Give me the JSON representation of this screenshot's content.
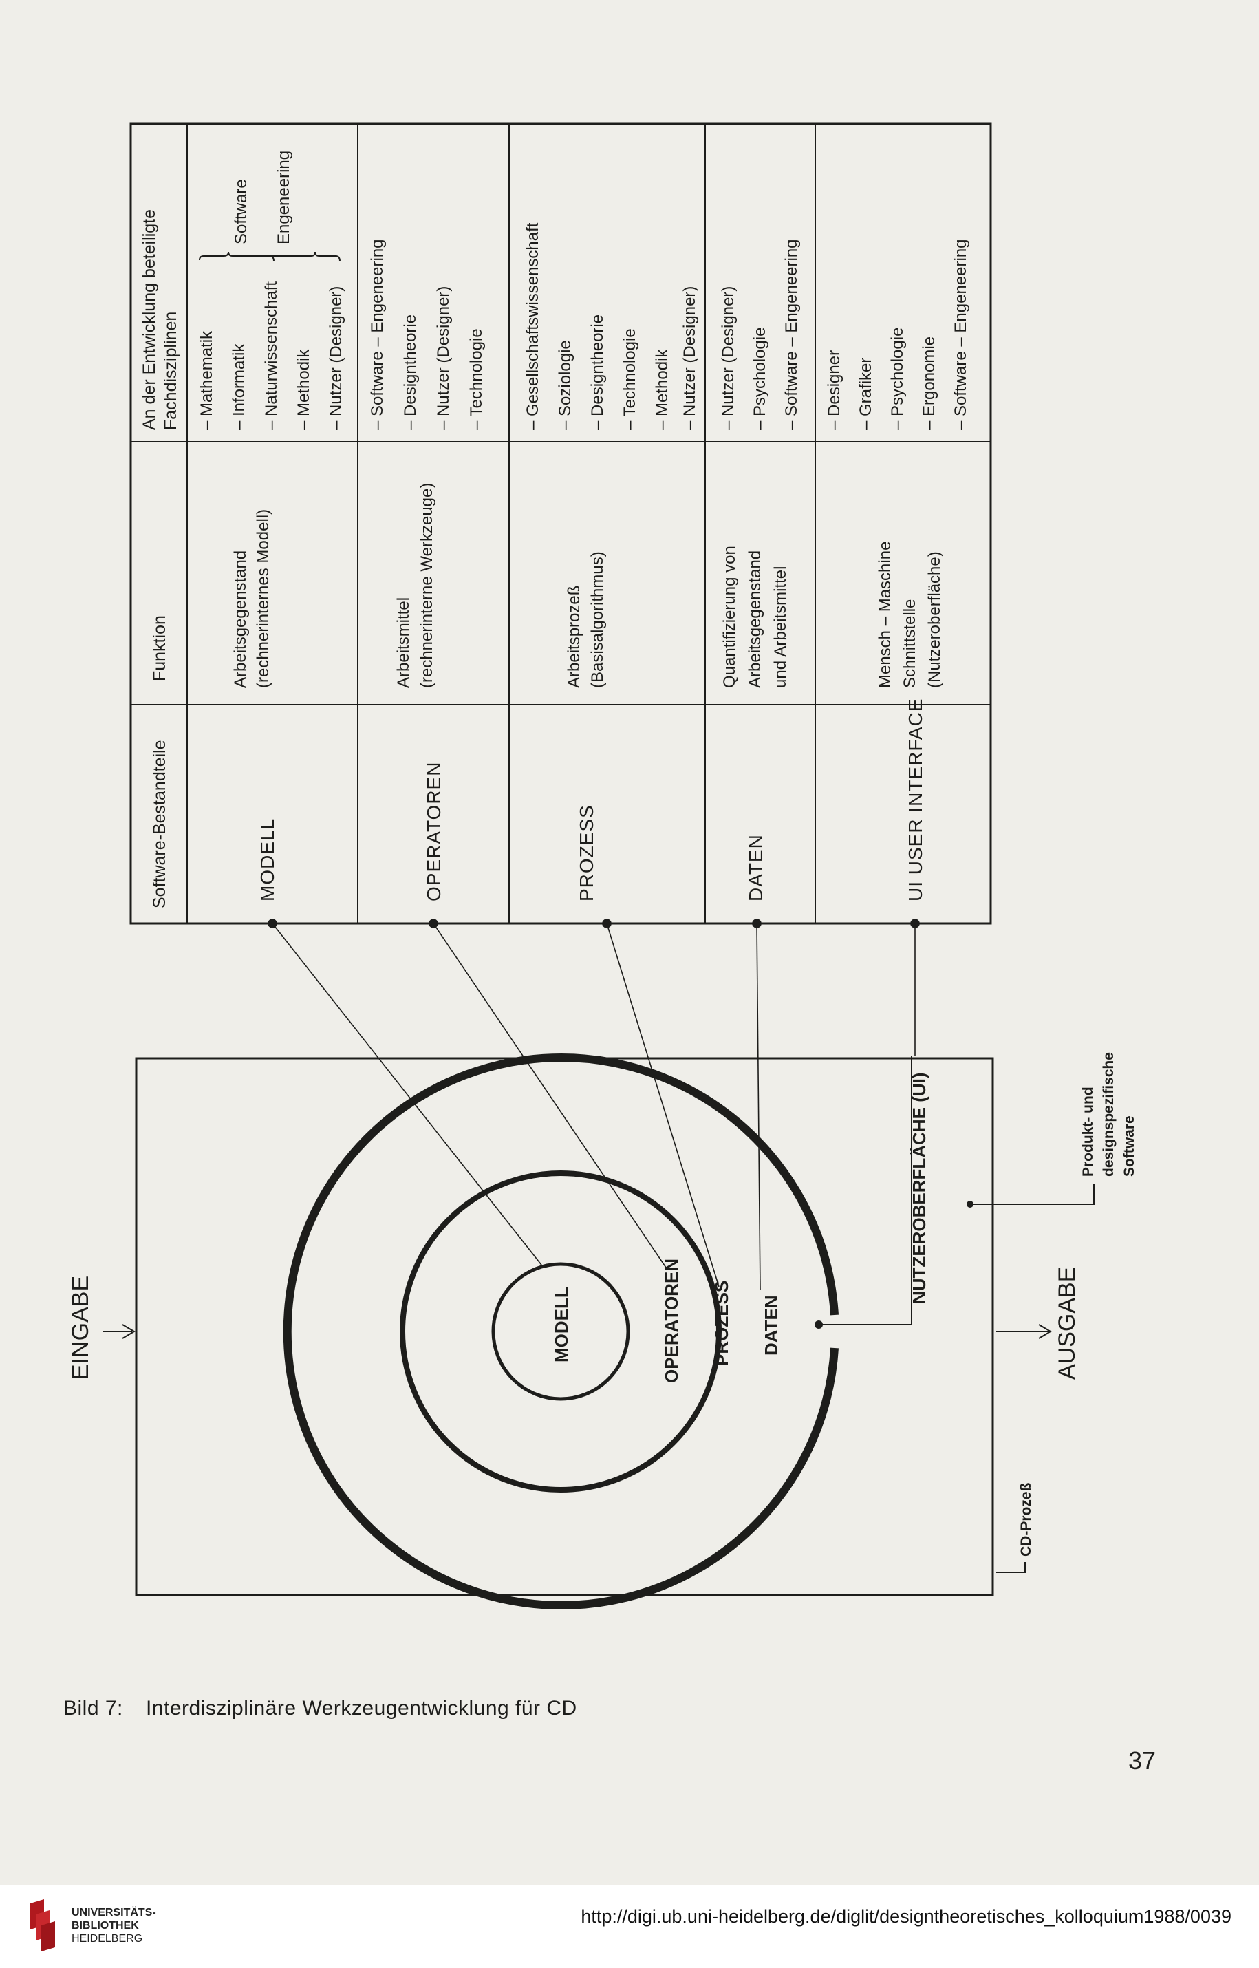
{
  "table": {
    "headers": {
      "components": "Software-Bestandteile",
      "function": "Funktion",
      "disciplines_1": "An der Entwicklung beteiligte",
      "disciplines_2": "Fachdisziplinen"
    },
    "rows": [
      {
        "component": "MODELL",
        "function": [
          "Arbeitsgegenstand",
          "(rechnerinternes Modell)"
        ],
        "disciplines": [
          "– Mathematik",
          "– Informatik",
          "– Naturwissenschaft",
          "– Methodik",
          "– Nutzer (Designer)"
        ],
        "brace_1": "Software",
        "brace_2": "Engeneering"
      },
      {
        "component": "OPERATOREN",
        "function": [
          "Arbeitsmittel",
          "(rechnerinterne Werkzeuge)"
        ],
        "disciplines": [
          "– Software – Engeneering",
          "– Designtheorie",
          "– Nutzer (Designer)",
          "– Technologie"
        ]
      },
      {
        "component": "PROZESS",
        "function": [
          "Arbeitsprozeß",
          "(Basisalgorithmus)"
        ],
        "disciplines": [
          "– Gesellschaftswissenschaft",
          "– Soziologie",
          "– Designtheorie",
          "– Technologie",
          "– Methodik",
          "– Nutzer (Designer)"
        ]
      },
      {
        "component": "DATEN",
        "function": [
          "Quantifizierung von",
          "Arbeitsgegenstand",
          "und Arbeitsmittel"
        ],
        "disciplines": [
          "– Nutzer (Designer)",
          "– Psychologie",
          "– Software – Engeneering"
        ]
      },
      {
        "component": "UI USER INTERFACE",
        "function": [
          "Mensch – Maschine",
          "Schnittstelle",
          "(Nutzeroberfläche)"
        ],
        "disciplines": [
          "– Designer",
          "– Grafiker",
          "– Psychologie",
          "– Ergonomie",
          "– Software – Engeneering"
        ]
      }
    ]
  },
  "diagram": {
    "input": "EINGABE",
    "output": "AUSGABE",
    "rings": {
      "model": "MODELL",
      "operators": "OPERATOREN",
      "process": "PROZESS",
      "data": "DATEN",
      "ui": "NUTZEROBERFLÄCHE (UI)"
    },
    "side_label": [
      "Produkt- und",
      "designspezifische",
      "Software"
    ],
    "cd_process": "CD-Prozeß"
  },
  "caption": {
    "label": "Bild 7:",
    "text": "Interdisziplinäre Werkzeugentwicklung für CD"
  },
  "page_number": "37",
  "footer": {
    "library": [
      "UNIVERSITÄTS-",
      "BIBLIOTHEK",
      "HEIDELBERG"
    ],
    "url": "http://digi.ub.uni-heidelberg.de/diglit/designtheoretisches_kolloquium1988/0039"
  }
}
